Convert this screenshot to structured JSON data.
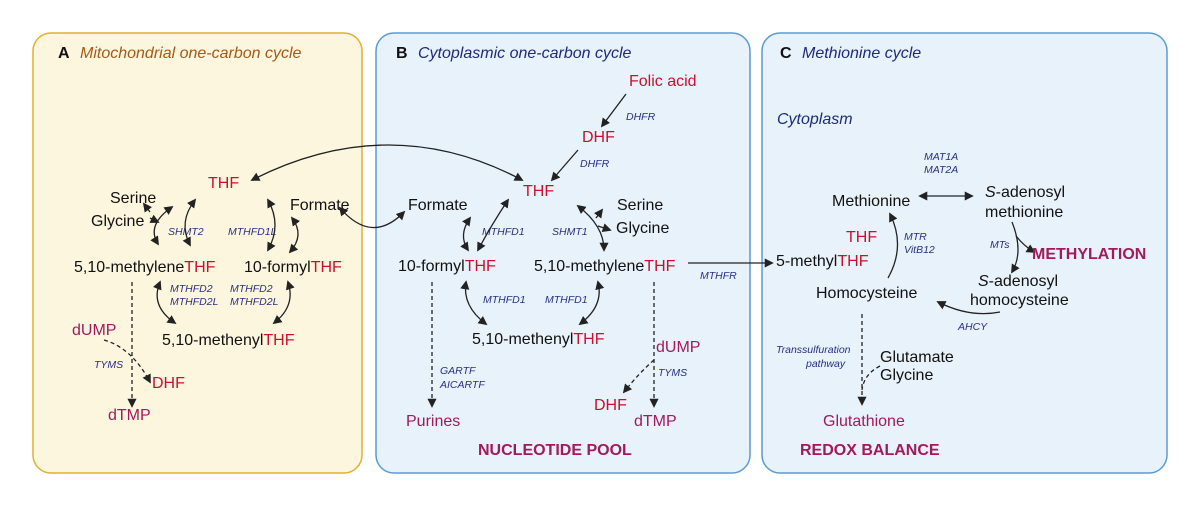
{
  "colors": {
    "panel_a_fill": "#fdf6df",
    "panel_a_stroke": "#e0b12c",
    "panel_b_fill": "#e8f2fb",
    "panel_b_stroke": "#5a9bd5",
    "panel_c_fill": "#e8f2fb",
    "panel_c_stroke": "#5a9bd5",
    "thf_red": "#c8102e",
    "magenta": "#a3195b",
    "enzyme_blue": "#2b2e83"
  },
  "panel_a": {
    "letter": "A",
    "title": "Mitochondrial one-carbon cycle",
    "thf": "THF",
    "serine": "Serine",
    "glycine": "Glycine",
    "formate": "Formate",
    "methylene_prefix": "5,10-methylene",
    "methylene_thf": "THF",
    "formyl_prefix": "10-formyl",
    "formyl_thf": "THF",
    "methenyl_prefix": "5,10-methenyl",
    "methenyl_thf": "THF",
    "dump": "dUMP",
    "dhf": "DHF",
    "dtmp": "dTMP",
    "enz_shmt2": "SHMT2",
    "enz_mthfd1l": "MTHFD1L",
    "enz_mthfd2_a": "MTHFD2",
    "enz_mthfd2l_a": "MTHFD2L",
    "enz_mthfd2_b": "MTHFD2",
    "enz_mthfd2l_b": "MTHFD2L",
    "enz_tyms": "TYMS"
  },
  "panel_b": {
    "letter": "B",
    "title": "Cytoplasmic one-carbon cycle",
    "folic_acid": "Folic acid",
    "dhf_top": "DHF",
    "thf": "THF",
    "formate": "Formate",
    "serine": "Serine",
    "glycine": "Glycine",
    "formyl_prefix": "10-formyl",
    "formyl_thf": "THF",
    "methylene_prefix": "5,10-methylene",
    "methylene_thf": "THF",
    "methenyl_prefix": "5,10-methenyl",
    "methenyl_thf": "THF",
    "dump": "dUMP",
    "dhf_bottom": "DHF",
    "dtmp": "dTMP",
    "purines": "Purines",
    "pool": "NUCLEOTIDE POOL",
    "enz_dhfr_1": "DHFR",
    "enz_dhfr_2": "DHFR",
    "enz_mthfd1_a": "MTHFD1",
    "enz_shmt1": "SHMT1",
    "enz_mthfd1_b": "MTHFD1",
    "enz_mthfd1_c": "MTHFD1",
    "enz_gartf": "GARTF",
    "enz_aicartf": "AICARTF",
    "enz_tyms": "TYMS",
    "enz_mthfr": "MTHFR"
  },
  "panel_c": {
    "letter": "C",
    "title": "Methionine cycle",
    "cytoplasm": "Cytoplasm",
    "methionine": "Methionine",
    "sam_s": "S",
    "sam_line1_rest": "-adenosyl",
    "sam_line2": "methionine",
    "thf": "THF",
    "methyl_prefix": "5-methyl",
    "methyl_thf": "THF",
    "methylation": "METHYLATION",
    "sah_s": "S",
    "sah_line1_rest": "-adenosyl",
    "sah_line2": "homocysteine",
    "homocysteine": "Homocysteine",
    "glutamate": "Glutamate",
    "glycine": "Glycine",
    "glutathione": "Glutathione",
    "redox": "REDOX BALANCE",
    "enz_mat1a": "MAT1A",
    "enz_mat2a": "MAT2A",
    "enz_mtr": "MTR",
    "enz_vitb12": "VitB12",
    "enz_mts": "MTs",
    "enz_ahcy": "AHCY",
    "enz_transsulf_1": "Transsulfuration",
    "enz_transsulf_2": "pathway"
  }
}
